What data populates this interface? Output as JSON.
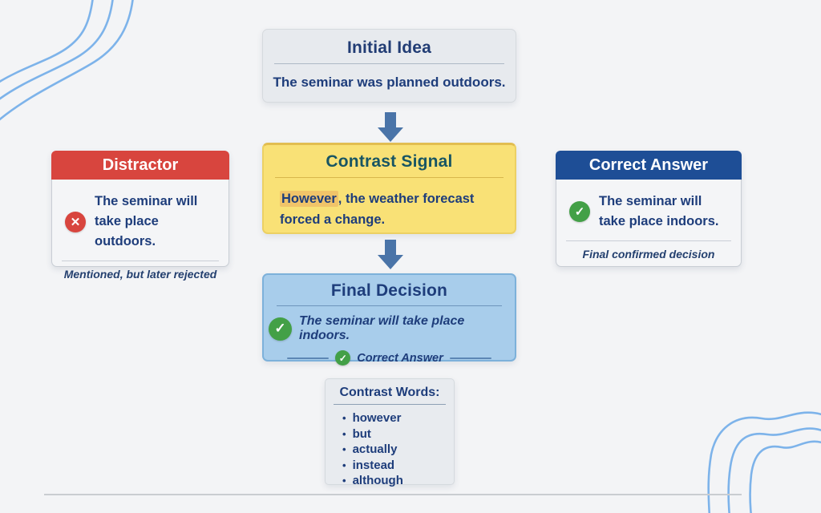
{
  "colors": {
    "page_bg": "#f3f4f6",
    "navy_text": "#1e3d7b",
    "teal_title": "#185563",
    "yellow_box": "#f9e176",
    "highlight": "#f1c469",
    "final_blue_box": "#a8cdeb",
    "arrow_blue": "#4a74a8",
    "distractor_red": "#d8453e",
    "correct_header_blue": "#1e4e96",
    "check_green": "#43a047",
    "wave_blue": "#7db3ea"
  },
  "icons": {
    "check": "✓",
    "cross": "✕",
    "bullet": "•"
  },
  "flow": {
    "initial": {
      "title": "Initial Idea",
      "body": "The seminar was planned outdoors."
    },
    "contrast": {
      "title": "Contrast Signal",
      "highlight_word": "However",
      "body_rest": ", the weather forecast forced a change."
    },
    "final": {
      "title": "Final Decision",
      "body": "The seminar will take place indoors.",
      "badge": "Correct Answer"
    }
  },
  "distractor": {
    "title": "Distractor",
    "body": "The seminar will take place outdoors.",
    "note": "Mentioned, but later rejected"
  },
  "correct_answer": {
    "title": "Correct Answer",
    "body": "The seminar will take place indoors.",
    "note": "Final confirmed decision"
  },
  "contrast_words": {
    "title": "Contrast Words:",
    "items": [
      "however",
      "but",
      "actually",
      "instead",
      "although"
    ]
  }
}
